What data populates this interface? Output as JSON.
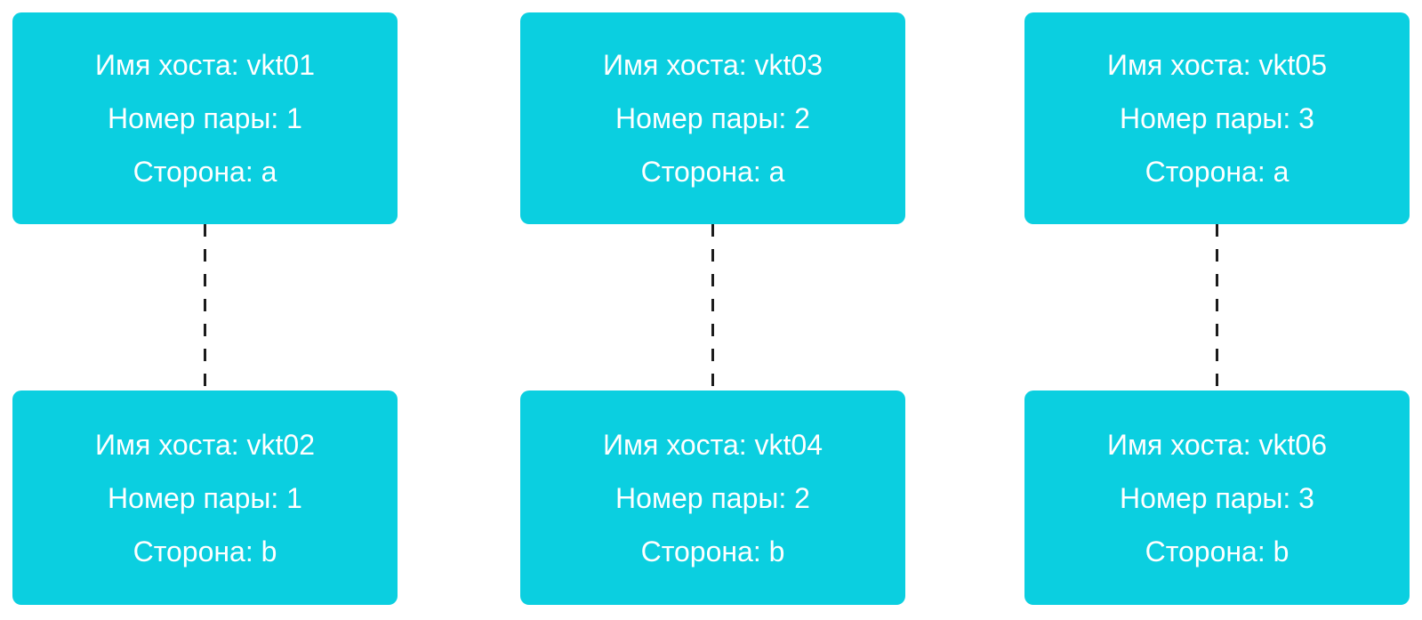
{
  "diagram": {
    "description": "Three vertical pairs of host nodes connected by dashed lines",
    "colors": {
      "node_fill": "#0bcfe0",
      "node_text": "#ffffff",
      "connector": "#1c1c1c",
      "background": "#ffffff"
    },
    "connector_style": "dashed-vertical"
  },
  "nodes": [
    {
      "lines": [
        "Имя хоста: vkt01",
        "Номер пары: 1",
        "Сторона: a"
      ]
    },
    {
      "lines": [
        "Имя хоста: vkt02",
        "Номер пары: 1",
        "Сторона: b"
      ]
    },
    {
      "lines": [
        "Имя хоста: vkt03",
        "Номер пары: 2",
        "Сторона: a"
      ]
    },
    {
      "lines": [
        "Имя хоста: vkt04",
        "Номер пары: 2",
        "Сторона: b"
      ]
    },
    {
      "lines": [
        "Имя хоста: vkt05",
        "Номер пары: 3",
        "Сторона: a"
      ]
    },
    {
      "lines": [
        "Имя хоста: vkt06",
        "Номер пары: 3",
        "Сторона: b"
      ]
    }
  ],
  "edges": [
    {
      "from": "vkt01",
      "to": "vkt02",
      "style": "dashed"
    },
    {
      "from": "vkt03",
      "to": "vkt04",
      "style": "dashed"
    },
    {
      "from": "vkt05",
      "to": "vkt06",
      "style": "dashed"
    }
  ]
}
